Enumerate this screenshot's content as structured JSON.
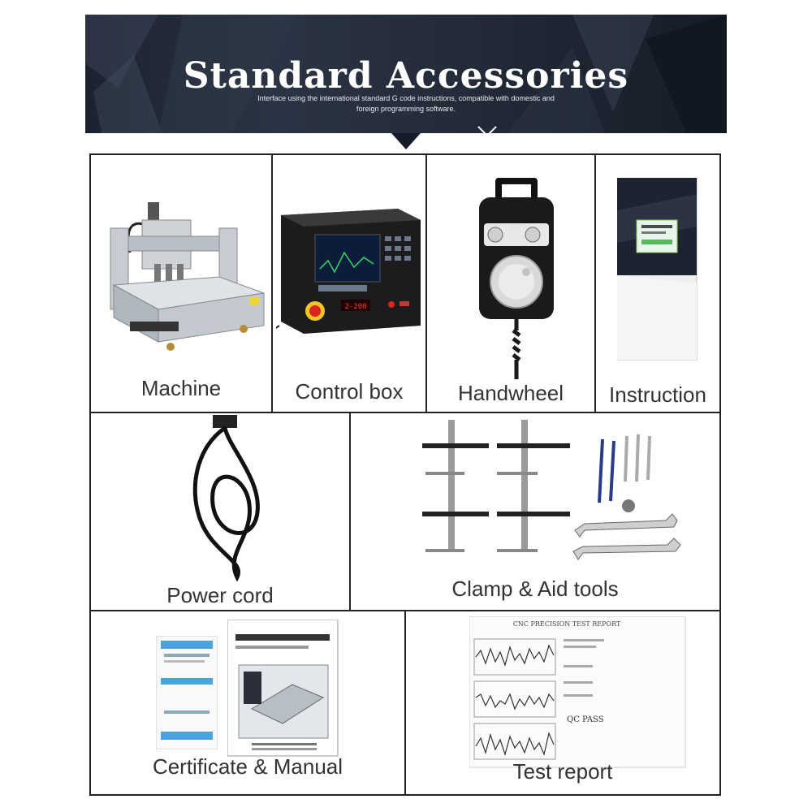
{
  "banner": {
    "title": "Standard Accessories",
    "subtitle_line1": "Interface using the international standard G code instructions, compatible with domestic and",
    "subtitle_line2": "foreign programming software."
  },
  "accessories": {
    "machine": "Machine",
    "control_box": "Control box",
    "handwheel": "Handwheel",
    "instruction": "Instruction",
    "power_cord": "Power cord",
    "clamp_tools": "Clamp & Aid tools",
    "certificate_manual": "Certificate & Manual",
    "test_report": "Test report"
  },
  "control_box_display": {
    "readout": "2-200"
  },
  "test_report_doc": {
    "heading": "CNC PRECISION TEST REPORT",
    "stamp": "QC PASS"
  },
  "colors": {
    "banner_bg": "#1b2230",
    "banner_text": "#ffffff",
    "emergency_stop": "#d9251d"
  }
}
